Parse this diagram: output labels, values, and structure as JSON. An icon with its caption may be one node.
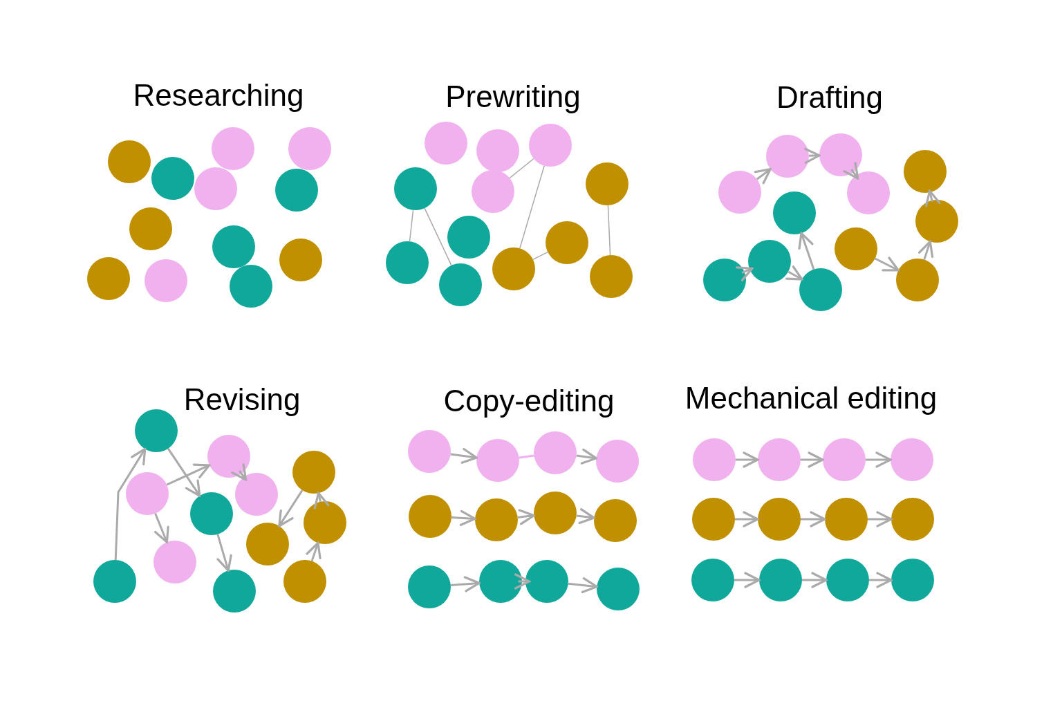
{
  "diagram": {
    "nodes": [
      {
        "text": [],
        "shape": "circle"
      },
      {
        "text": [],
        "shape": "circle"
      },
      {
        "text": [],
        "shape": "circle"
      },
      {
        "text": [],
        "shape": "circle"
      },
      {
        "text": [],
        "shape": "circle"
      },
      {
        "text": [],
        "shape": "circle"
      },
      {
        "text": [],
        "shape": "circle"
      },
      {
        "text": [],
        "shape": "circle"
      },
      {
        "text": [],
        "shape": "circle"
      },
      {
        "text": [],
        "shape": "circle"
      },
      {
        "text": [],
        "shape": "circle"
      },
      {
        "text": [],
        "shape": "circle"
      },
      {
        "text": [],
        "shape": "circle"
      },
      {
        "text": [],
        "shape": "circle"
      },
      {
        "text": [],
        "shape": "circle"
      },
      {
        "text": [],
        "shape": "circle"
      },
      {
        "text": [],
        "shape": "circle"
      },
      {
        "text": [],
        "shape": "circle"
      },
      {
        "text": [],
        "shape": "circle"
      },
      {
        "text": [],
        "shape": "circle"
      },
      {
        "text": [],
        "shape": "circle"
      },
      {
        "text": [],
        "shape": "circle"
      },
      {
        "text": [],
        "shape": "circle"
      },
      {
        "text": [],
        "shape": "circle"
      },
      {
        "text": [],
        "shape": "circle"
      },
      {
        "text": [],
        "shape": "circle"
      },
      {
        "text": [],
        "shape": "circle"
      },
      {
        "text": [],
        "shape": "circle"
      },
      {
        "text": [],
        "shape": "circle"
      },
      {
        "text": [],
        "shape": "circle"
      },
      {
        "text": [],
        "shape": "circle"
      },
      {
        "text": [],
        "shape": "circle"
      },
      {
        "text": [],
        "shape": "circle"
      },
      {
        "text": [],
        "shape": "circle"
      },
      {
        "text": [],
        "shape": "circle"
      },
      {
        "text": [],
        "shape": "circle"
      },
      {
        "text": [],
        "shape": "circle"
      },
      {
        "text": [],
        "shape": "circle"
      },
      {
        "text": [],
        "shape": "circle"
      },
      {
        "text": [],
        "shape": "circle"
      },
      {
        "text": [],
        "shape": "circle"
      },
      {
        "text": [],
        "shape": "circle"
      },
      {
        "text": [],
        "shape": "circle"
      },
      {
        "text": [],
        "shape": "circle"
      },
      {
        "text": [],
        "shape": "circle"
      },
      {
        "text": [],
        "shape": "circle"
      },
      {
        "text": [],
        "shape": "circle"
      },
      {
        "text": [],
        "shape": "circle"
      },
      {
        "text": [],
        "shape": "circle"
      },
      {
        "text": [],
        "shape": "circle"
      },
      {
        "text": [],
        "shape": "circle"
      },
      {
        "text": [],
        "shape": "circle"
      },
      {
        "text": [],
        "shape": "circle"
      },
      {
        "text": [],
        "shape": "circle"
      },
      {
        "text": [],
        "shape": "circle"
      },
      {
        "text": [],
        "shape": "circle"
      },
      {
        "text": [],
        "shape": "circle"
      },
      {
        "text": [],
        "shape": "circle"
      },
      {
        "text": [],
        "shape": "circle"
      },
      {
        "text": [],
        "shape": "circle"
      },
      {
        "text": [],
        "shape": "circle"
      },
      {
        "text": [],
        "shape": "circle"
      },
      {
        "text": [],
        "shape": "circle"
      },
      {
        "text": [],
        "shape": "circle"
      },
      {
        "text": [],
        "shape": "circle"
      },
      {
        "text": [],
        "shape": "circle"
      },
      {
        "text": [],
        "shape": "circle"
      },
      {
        "text": [],
        "shape": "circle"
      },
      {
        "text": [],
        "shape": "circle"
      },
      {
        "text": [],
        "shape": "circle"
      },
      {
        "text": [],
        "shape": "circle"
      },
      {
        "text": [],
        "shape": "circle"
      }
    ],
    "edges": [
      {
        "from": 16,
        "to": 17,
        "arrow": "none"
      },
      {
        "from": 16,
        "to": 19,
        "arrow": "none"
      },
      {
        "from": 15,
        "to": 14,
        "arrow": "none"
      },
      {
        "from": 14,
        "to": 21,
        "arrow": "none"
      },
      {
        "from": 21,
        "to": 22,
        "arrow": "none"
      },
      {
        "from": 20,
        "to": 23,
        "arrow": "none"
      },
      {
        "from": 24,
        "to": 25,
        "arrow": "to"
      },
      {
        "from": 25,
        "to": 26,
        "arrow": "to"
      },
      {
        "from": 26,
        "to": 27,
        "arrow": "to"
      },
      {
        "from": 29,
        "to": 30,
        "arrow": "to"
      },
      {
        "from": 30,
        "to": 31,
        "arrow": "to"
      },
      {
        "from": 31,
        "to": 28,
        "arrow": "to"
      },
      {
        "from": 34,
        "to": 35,
        "arrow": "to"
      },
      {
        "from": 35,
        "to": 33,
        "arrow": "to"
      },
      {
        "from": 33,
        "to": 32,
        "arrow": "to"
      },
      {
        "from": 38,
        "to": 36,
        "arrow": "to"
      },
      {
        "from": 36,
        "to": 37,
        "arrow": "to"
      },
      {
        "from": 41,
        "to": 40,
        "arrow": "to"
      },
      {
        "from": 40,
        "to": 42,
        "arrow": "to"
      },
      {
        "from": 41,
        "to": 43,
        "arrow": "to"
      },
      {
        "from": 37,
        "to": 39,
        "arrow": "to"
      },
      {
        "from": 44,
        "to": 46,
        "arrow": "to"
      },
      {
        "from": 45,
        "to": 44,
        "arrow": "to"
      },
      {
        "from": 47,
        "to": 45,
        "arrow": "to"
      },
      {
        "from": 48,
        "to": 49,
        "arrow": "to"
      },
      {
        "from": 49,
        "to": 50,
        "arrow": "none",
        "color": "#f1b1ef"
      },
      {
        "from": 50,
        "to": 51,
        "arrow": "to"
      },
      {
        "from": 52,
        "to": 53,
        "arrow": "to"
      },
      {
        "from": 53,
        "to": 54,
        "arrow": "to"
      },
      {
        "from": 54,
        "to": 55,
        "arrow": "to"
      },
      {
        "from": 56,
        "to": 57,
        "arrow": "to"
      },
      {
        "from": 57,
        "to": 58,
        "arrow": "to"
      },
      {
        "from": 58,
        "to": 59,
        "arrow": "to"
      },
      {
        "from": 60,
        "to": 61,
        "arrow": "to"
      },
      {
        "from": 61,
        "to": 62,
        "arrow": "to"
      },
      {
        "from": 62,
        "to": 63,
        "arrow": "to"
      },
      {
        "from": 64,
        "to": 65,
        "arrow": "to"
      },
      {
        "from": 65,
        "to": 66,
        "arrow": "to"
      },
      {
        "from": 66,
        "to": 67,
        "arrow": "to"
      },
      {
        "from": 68,
        "to": 69,
        "arrow": "to"
      },
      {
        "from": 69,
        "to": 70,
        "arrow": "to"
      },
      {
        "from": 70,
        "to": 71,
        "arrow": "to"
      }
    ],
    "labels": [
      "Researching",
      "Prewriting",
      "Drafting",
      "Revising",
      "Copy-editing",
      "Mechanical editing"
    ]
  }
}
